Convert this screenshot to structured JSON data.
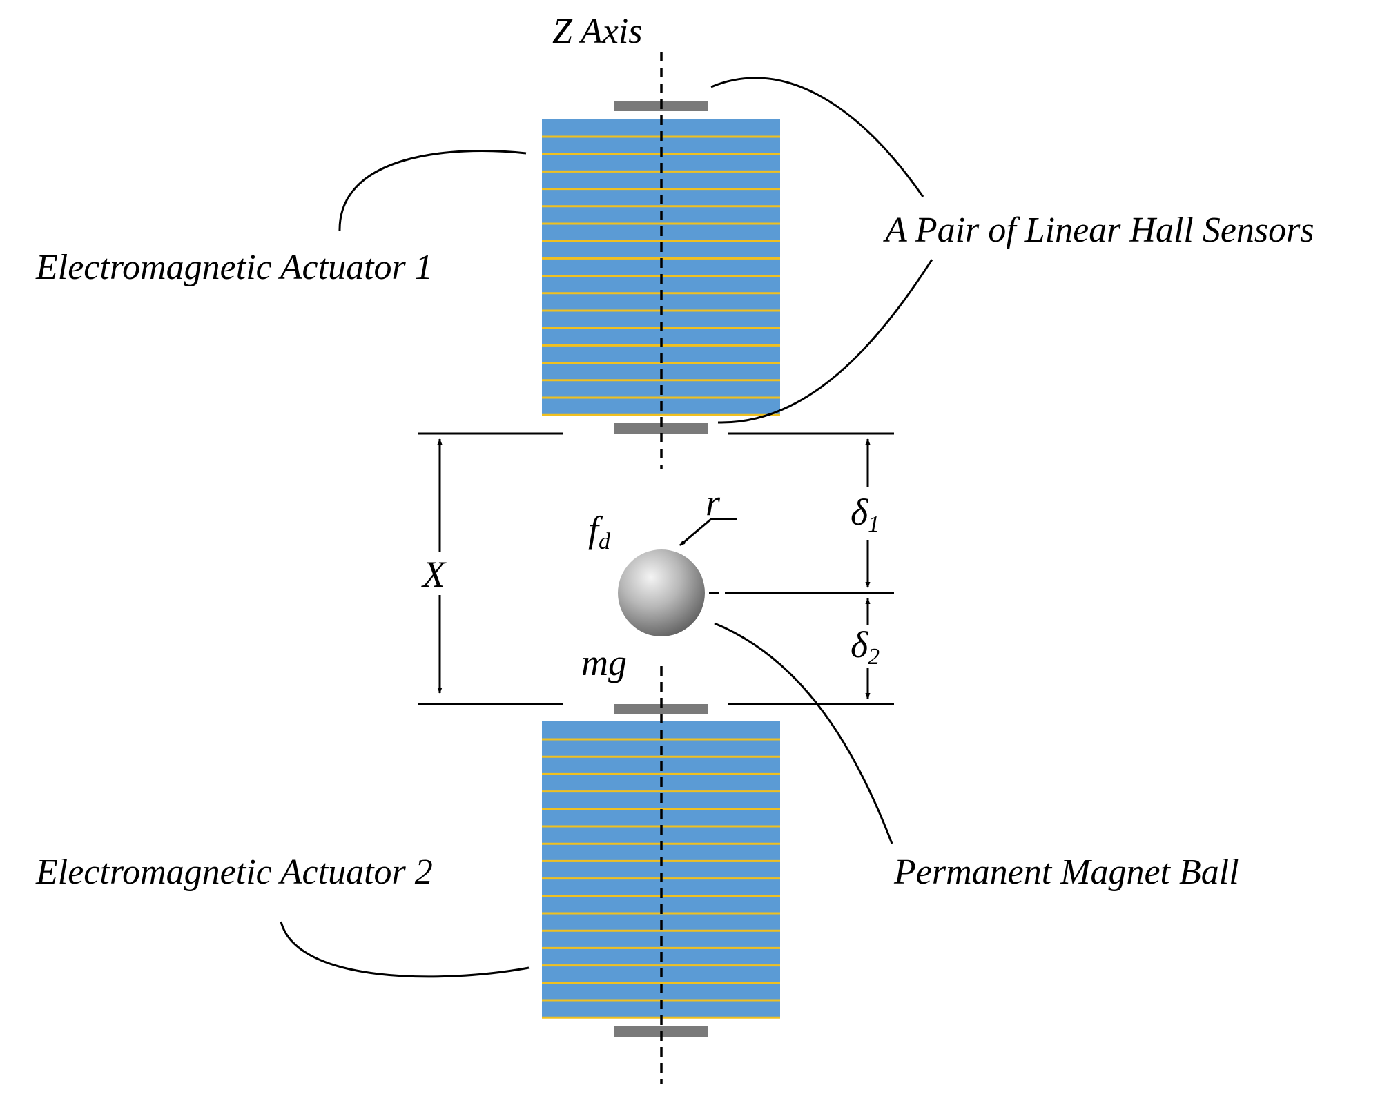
{
  "labels": {
    "z_axis": "Z Axis",
    "actuator1": "Electromagnetic Actuator 1",
    "actuator2": "Electromagnetic Actuator 2",
    "hall_sensors": "A Pair of Linear Hall Sensors",
    "magnet_ball": "Permanent Magnet Ball",
    "x": "X",
    "r": "r",
    "f": "f",
    "f_sub": "d",
    "mg": "mg",
    "delta": "δ",
    "delta1_sub": "1",
    "delta2_sub": "2"
  },
  "colors": {
    "coil_body": "#5b9bd5",
    "coil_winding": "#f0c020",
    "sensor_plate": "#7a7a7a",
    "line": "#000000"
  }
}
